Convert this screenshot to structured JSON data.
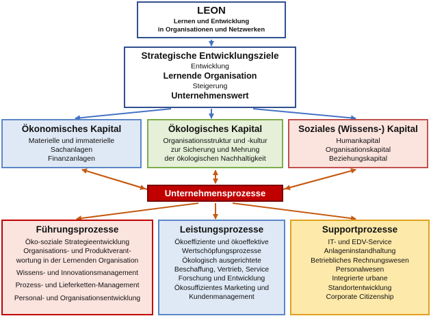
{
  "leon": {
    "title": "LEON",
    "lines": [
      "Lernen und Entwicklung",
      "in Organisationen und Netzwerken"
    ]
  },
  "strategic": {
    "title": "Strategische Entwicklungsziele",
    "lines": [
      "Entwicklung",
      "Lernende Organisation",
      "Steigerung",
      "Unternehmenswert"
    ]
  },
  "capitals": [
    {
      "title": "Ökonomisches Kapital",
      "lines": [
        "Materielle und immaterielle",
        "Sachanlagen",
        "Finanzanlagen"
      ]
    },
    {
      "title": "Ökologisches Kapital",
      "lines": [
        "Organisationsstruktur und -kultur",
        "zur Sicherung und Mehrung",
        "der ökologischen Nachhaltigkeit"
      ]
    },
    {
      "title": "Soziales (Wissens-) Kapital",
      "lines": [
        "Humankapital",
        "Organisationskapital",
        "Beziehungskapital"
      ]
    }
  ],
  "business_processes": "Unternehmensprozesse",
  "processes": [
    {
      "title": "Führungsprozesse",
      "lines": [
        "Öko-soziale Strategieentwicklung",
        "Organisations- und Produktverant-",
        "wortung in der Lernenden Organisation",
        "Wissens- und Innovationsmanagement",
        "Prozess- und Lieferketten-Management",
        "Personal- und Organisationsentwicklung"
      ]
    },
    {
      "title": "Leistungsprozesse",
      "lines": [
        "Ökoeffiziente und ökoeffektive",
        "Wertschöpfungsprozesse",
        "Ökologisch ausgerichtete",
        "Beschaffung,  Vertrieb, Service",
        "Forschung und Entwicklung",
        "Ökosuffizientes Marketing und",
        "Kundenmanagement"
      ]
    },
    {
      "title": "Supportprozesse",
      "lines": [
        "IT- und EDV-Service",
        "Anlageninstandhaltung",
        "Betriebliches Rechnungswesen",
        "Personalwesen",
        "Integrierte urbane",
        "Standortentwicklung",
        "Corporate Citizenship"
      ]
    }
  ],
  "colors": {
    "navy_border": "#2f4f8f",
    "blue_arrow": "#4472c4",
    "orange_arrow": "#c55a11",
    "red_box": "#c00000",
    "gold_box": "#fde9a9"
  }
}
